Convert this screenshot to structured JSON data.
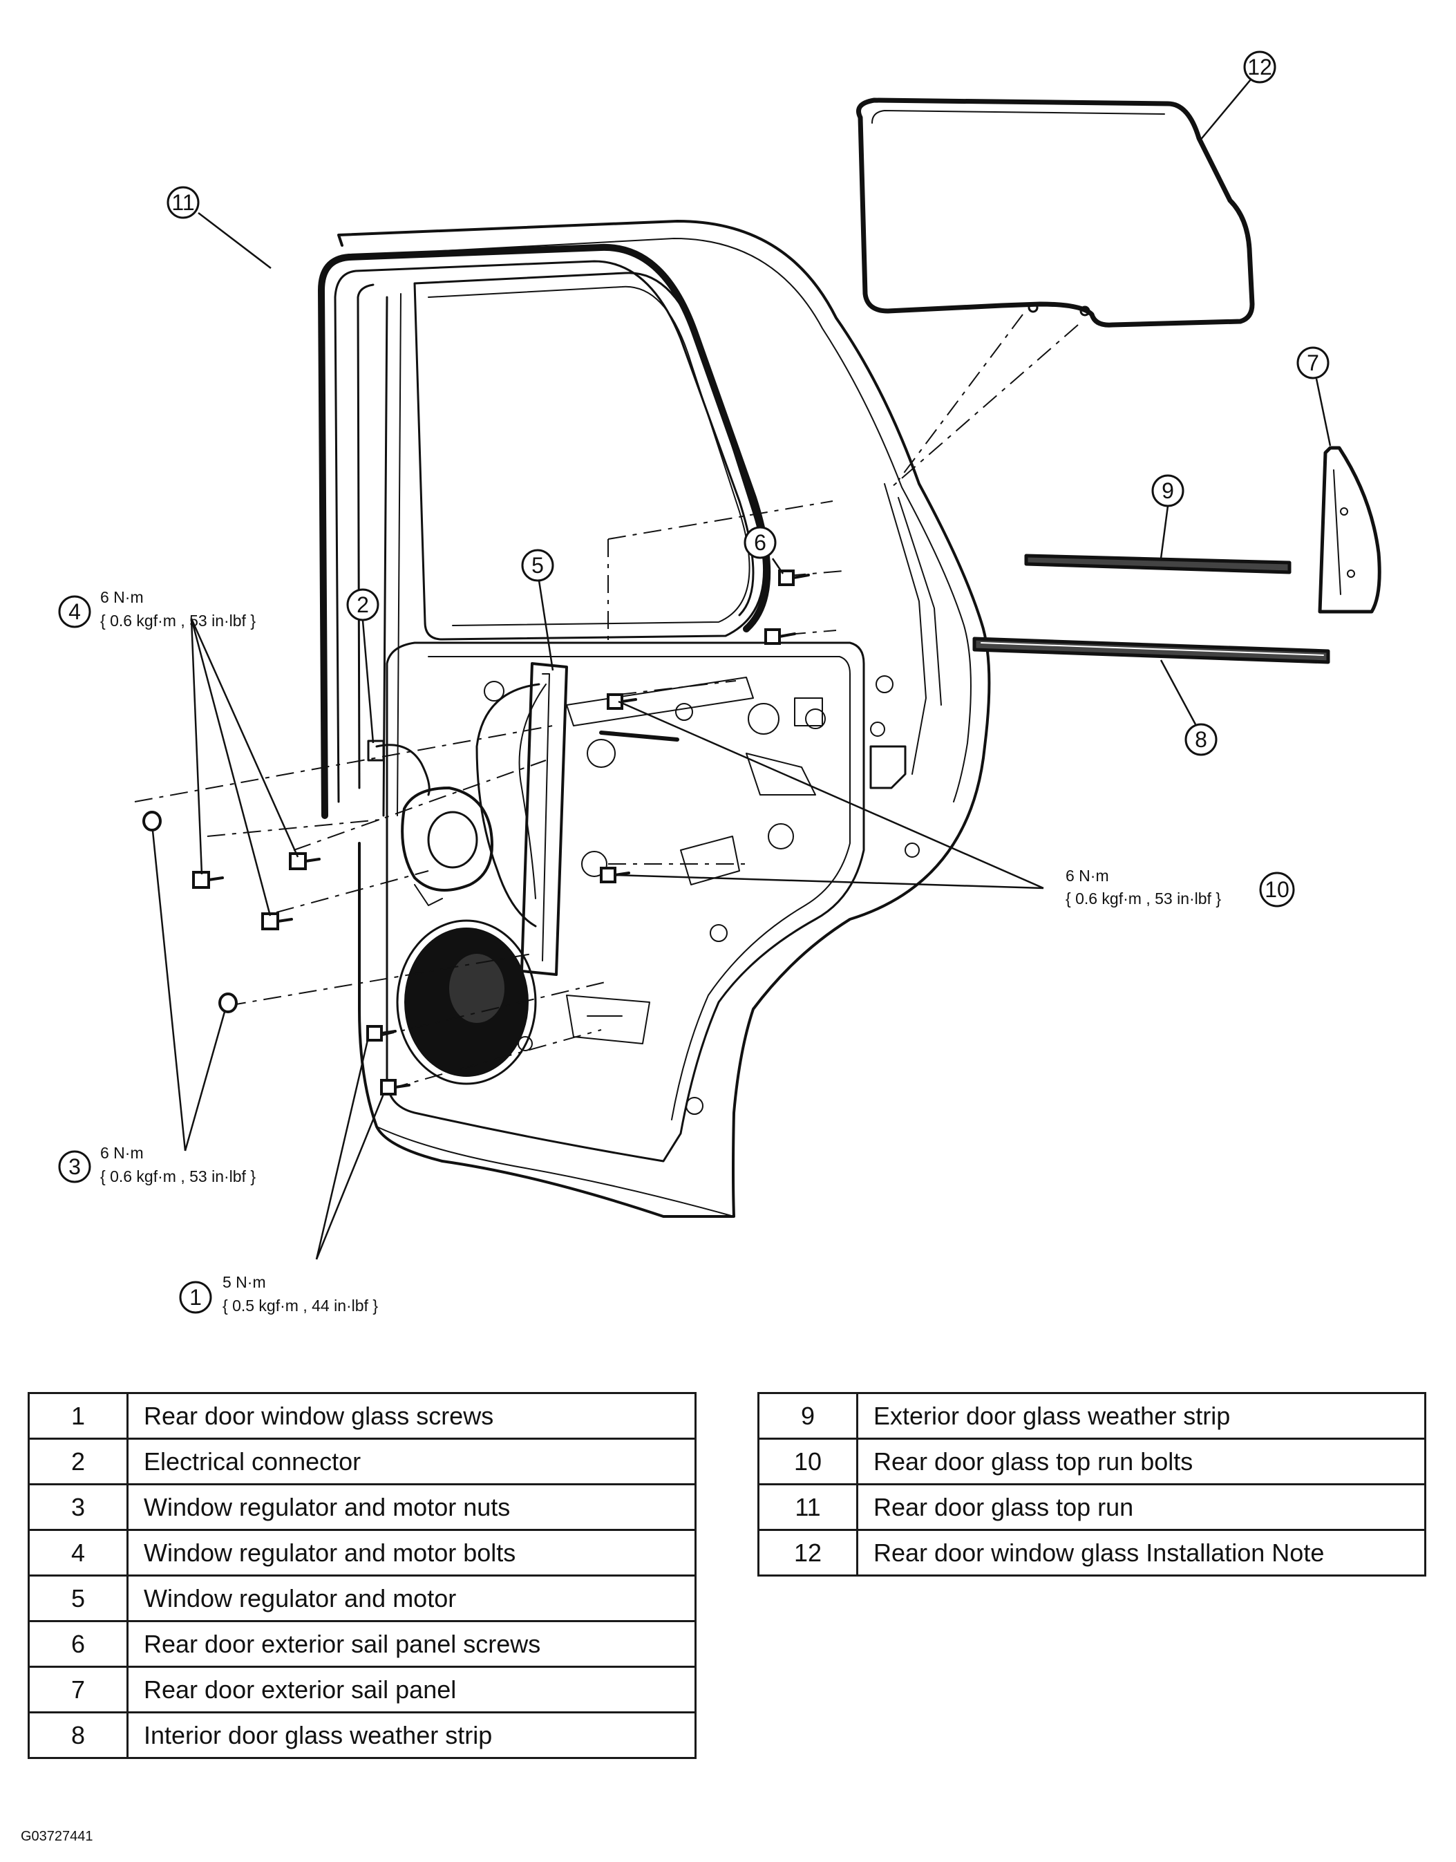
{
  "callouts": {
    "c1": {
      "number": "1",
      "torque_line1": "5 N·m",
      "torque_line2": "{ 0.5 kgf·m , 44 in·lbf }"
    },
    "c2": {
      "number": "2"
    },
    "c3": {
      "number": "3",
      "torque_line1": "6 N·m",
      "torque_line2": "{ 0.6 kgf·m , 53 in·lbf }"
    },
    "c4": {
      "number": "4",
      "torque_line1": "6 N·m",
      "torque_line2": "{ 0.6 kgf·m , 53 in·lbf }"
    },
    "c5": {
      "number": "5"
    },
    "c6": {
      "number": "6"
    },
    "c7": {
      "number": "7"
    },
    "c8": {
      "number": "8"
    },
    "c9": {
      "number": "9"
    },
    "c10": {
      "number": "10",
      "torque_line1": "6 N·m",
      "torque_line2": "{ 0.6 kgf·m , 53 in·lbf }"
    },
    "c11": {
      "number": "11"
    },
    "c12": {
      "number": "12"
    }
  },
  "legend": {
    "left": [
      {
        "num": "1",
        "desc": "Rear door window glass screws"
      },
      {
        "num": "2",
        "desc": "Electrical connector"
      },
      {
        "num": "3",
        "desc": "Window regulator and motor nuts"
      },
      {
        "num": "4",
        "desc": "Window regulator and motor bolts"
      },
      {
        "num": "5",
        "desc": "Window regulator and motor"
      },
      {
        "num": "6",
        "desc": "Rear door exterior sail panel screws"
      },
      {
        "num": "7",
        "desc": "Rear door exterior sail panel"
      },
      {
        "num": "8",
        "desc": "Interior door glass weather strip"
      }
    ],
    "right": [
      {
        "num": "9",
        "desc": "Exterior door glass weather strip"
      },
      {
        "num": "10",
        "desc": "Rear door glass top run bolts"
      },
      {
        "num": "11",
        "desc": "Rear door glass top run"
      },
      {
        "num": "12",
        "desc": "Rear door window glass Installation Note"
      }
    ]
  },
  "figure_id": "G03727441"
}
